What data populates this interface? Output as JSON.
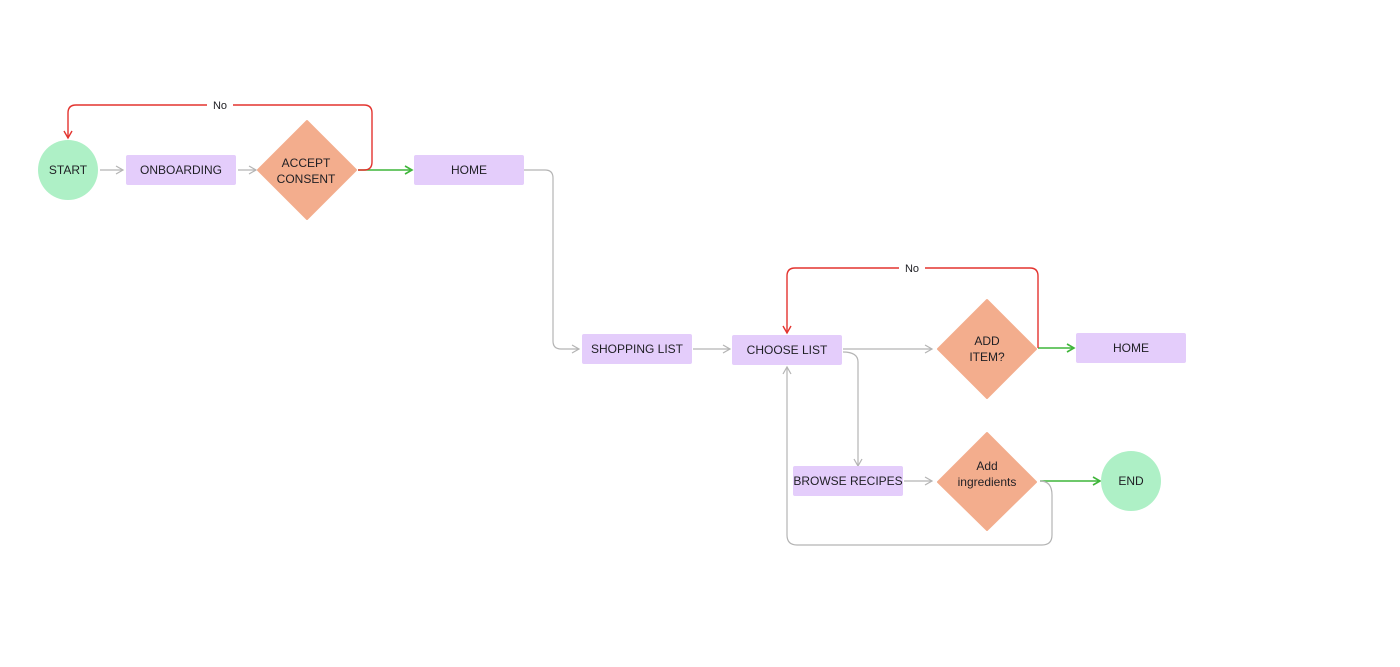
{
  "colors": {
    "terminal_fill": "#aef0c6",
    "process_fill": "#e4cdfb",
    "decision_fill": "#f3ad8d",
    "connector_gray": "#b4b4b4",
    "connector_red": "#e3342f",
    "connector_green": "#3fb53a"
  },
  "nodes": {
    "start": {
      "label": "START"
    },
    "onboarding": {
      "label": "ONBOARDING"
    },
    "accept_consent": {
      "line1": "ACCEPT",
      "line2": "CONSENT"
    },
    "home_top": {
      "label": "HOME"
    },
    "shopping_list": {
      "label": "SHOPPING LIST"
    },
    "choose_list": {
      "label": "CHOOSE LIST"
    },
    "add_item": {
      "line1": "ADD",
      "line2": "ITEM?"
    },
    "home_right": {
      "label": "HOME"
    },
    "browse_recipes": {
      "label": "BROWSE RECIPES"
    },
    "add_ingredients": {
      "line1": "Add",
      "line2": "ingredients"
    },
    "end": {
      "label": "END"
    }
  },
  "edge_labels": {
    "consent_no": "No",
    "add_item_no": "No"
  }
}
